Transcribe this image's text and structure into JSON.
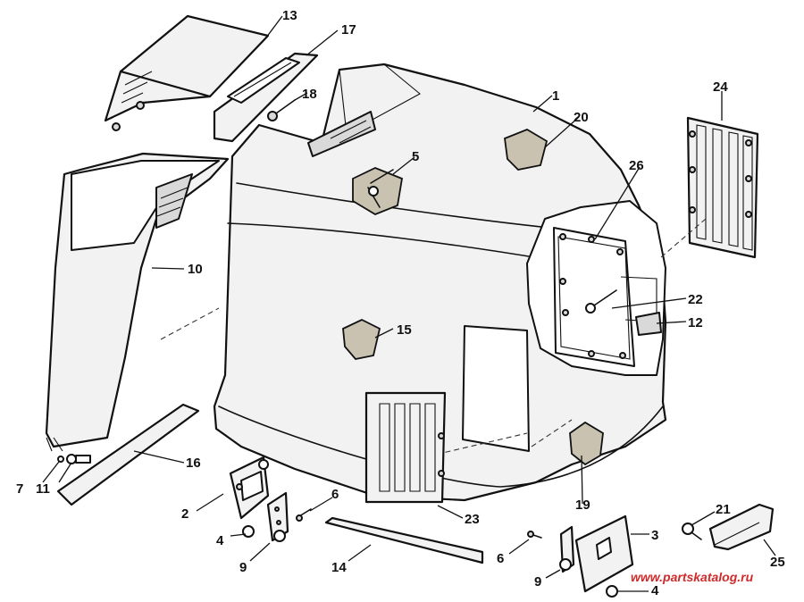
{
  "diagram": {
    "callouts": [
      {
        "id": "1",
        "label": "1"
      },
      {
        "id": "2",
        "label": "2"
      },
      {
        "id": "3",
        "label": "3"
      },
      {
        "id": "4a",
        "label": "4"
      },
      {
        "id": "4b",
        "label": "4"
      },
      {
        "id": "5",
        "label": "5"
      },
      {
        "id": "6a",
        "label": "6"
      },
      {
        "id": "6b",
        "label": "6"
      },
      {
        "id": "7",
        "label": "7"
      },
      {
        "id": "9a",
        "label": "9"
      },
      {
        "id": "9b",
        "label": "9"
      },
      {
        "id": "10",
        "label": "10"
      },
      {
        "id": "11",
        "label": "11"
      },
      {
        "id": "12",
        "label": "12"
      },
      {
        "id": "13",
        "label": "13"
      },
      {
        "id": "14",
        "label": "14"
      },
      {
        "id": "15",
        "label": "15"
      },
      {
        "id": "16",
        "label": "16"
      },
      {
        "id": "17",
        "label": "17"
      },
      {
        "id": "18",
        "label": "18"
      },
      {
        "id": "19",
        "label": "19"
      },
      {
        "id": "20",
        "label": "20"
      },
      {
        "id": "21",
        "label": "21"
      },
      {
        "id": "22",
        "label": "22"
      },
      {
        "id": "23",
        "label": "23"
      },
      {
        "id": "24",
        "label": "24"
      },
      {
        "id": "25",
        "label": "25"
      },
      {
        "id": "26",
        "label": "26"
      }
    ]
  },
  "watermark": "www.partskatalog.ru",
  "colors": {
    "line": "#111111",
    "watermark": "#d12a2a"
  }
}
